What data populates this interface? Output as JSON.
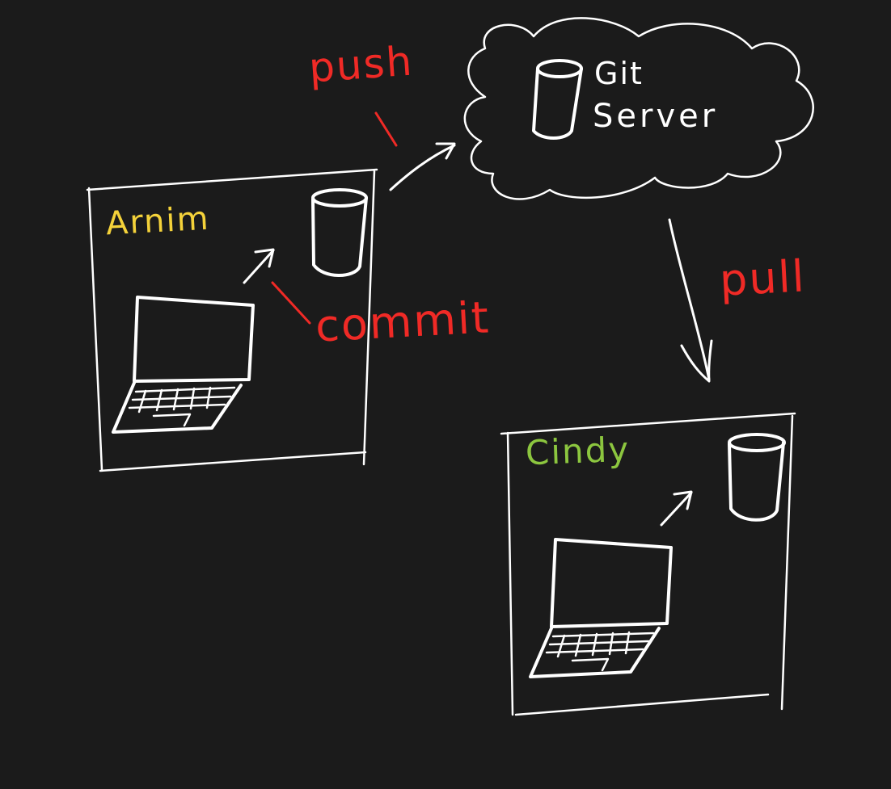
{
  "labels": {
    "push": "push",
    "commit": "commit",
    "pull": "pull",
    "server_line1": "Git",
    "server_line2": "Server",
    "user1": "Arnim",
    "user2": "Cindy"
  },
  "colors": {
    "background": "#1b1b1b",
    "stroke": "#ffffff",
    "action_labels": "#f02a26",
    "user1_name": "#f4d23a",
    "user2_name": "#8cc63f"
  },
  "icons": {
    "repository": "database-cylinder-icon",
    "workstation": "laptop-icon",
    "server": "cloud-icon"
  }
}
